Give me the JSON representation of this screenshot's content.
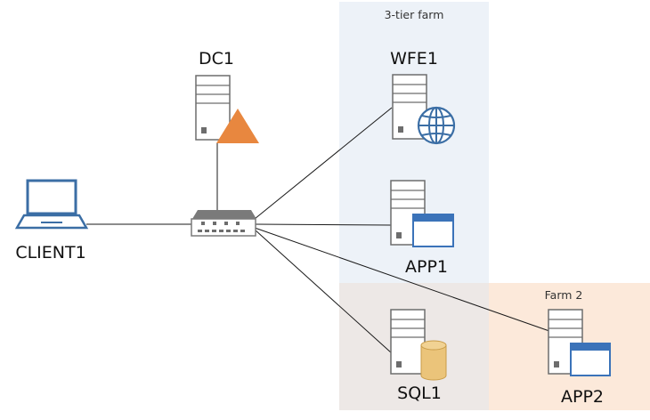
{
  "zones": {
    "three_tier": {
      "label": "3-tier farm",
      "color": "#edf2f8"
    },
    "farm2": {
      "label": "Farm 2",
      "color": "#fce9da"
    },
    "sql_zone": {
      "color": "#ede8e6"
    }
  },
  "nodes": {
    "dc1": {
      "label": "DC1",
      "badge_icon": "warning-triangle-icon"
    },
    "wfe1": {
      "label": "WFE1",
      "badge_icon": "globe-icon"
    },
    "app1": {
      "label": "APP1",
      "badge_icon": "window-icon"
    },
    "sql1": {
      "label": "SQL1",
      "badge_icon": "database-icon"
    },
    "app2": {
      "label": "APP2",
      "badge_icon": "window-icon"
    },
    "client1": {
      "label": "CLIENT1",
      "icon": "laptop-icon"
    },
    "switch": {
      "icon": "network-switch-icon"
    }
  },
  "colors": {
    "server_fill": "#ffffff",
    "server_stroke": "#6d6d6d",
    "accent_blue": "#3b6ea5",
    "window_bar": "#3b73b9",
    "triangle": "#e8873f",
    "cylinder": "#ebc47a",
    "link": "#1a1a1a"
  }
}
